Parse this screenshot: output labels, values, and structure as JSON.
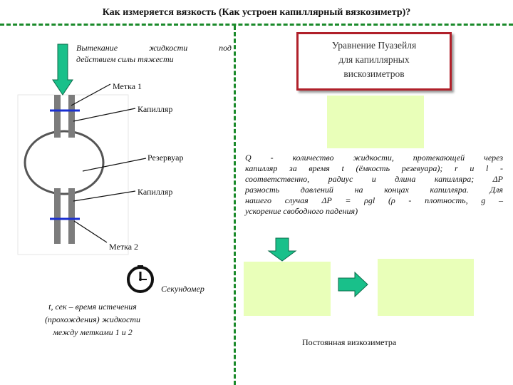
{
  "title": "Как измеряется вязкость (Как устроен капиллярный вязкозиметр)?",
  "left": {
    "flow_line1": [
      "Вытекание",
      "жидкости",
      "под"
    ],
    "flow_line2": "действием силы тяжести",
    "mark1": "Метка 1",
    "capillary_top": "Капилляр",
    "reservoir": "Резервуар",
    "capillary_bottom": "Капилляр",
    "mark2": "Метка 2",
    "stopwatch": "Секундомер",
    "time_line1": "t, сек – время истечения",
    "time_line2": "(прохождения) жидкости",
    "time_line3": "между метками 1 и 2"
  },
  "right": {
    "equation_title_line1": "Уравнение Пуазейля",
    "equation_title_line2": "для капиллярных",
    "equation_title_line3": "вискозиметров",
    "desc_line1": "Q - количество жидкости, протекающей через",
    "desc_line2": "капилляр за время t (ёмкость резевуара); r и l -",
    "desc_line3": "соответственно, радиус и длина капилляра; ΔP",
    "desc_line4": "разность давлений на концах капилляра. Для",
    "desc_line5": "нашего случая ΔP = ρgl (ρ - плотность, g –",
    "desc_line6": "ускорение свободного падения)",
    "constant_label": "Постоянная визкозиметра"
  },
  "colors": {
    "arrow": "#19c08a",
    "tube": "#7c7c7c",
    "mark": "#1a2fd0",
    "dash": "#1a8a2a",
    "frame": "#b0202a",
    "box": "#e9ffb9"
  }
}
